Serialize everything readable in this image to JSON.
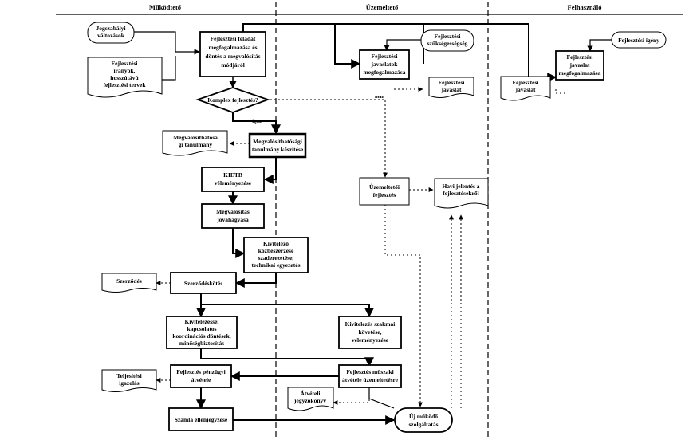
{
  "lanes": [
    "Működtető",
    "Üzemeltető",
    "Felhasználó"
  ],
  "labels": {
    "yes": "igen",
    "no": "nem"
  },
  "nodes": {
    "jogszabalyi": [
      "Jogszabályi",
      "változások"
    ],
    "fejl_iranyok": [
      "Fejlesztési",
      "irányok,",
      "hosszútávú",
      "fejlesztési tervek"
    ],
    "fejl_feladat": [
      "Fejlesztési feladat",
      "megfogalmazása és",
      "döntés a megvalósítás",
      "módjáról"
    ],
    "komplex": "Komplex fejlesztés?",
    "megval_doc": [
      "Megvalósíthatósá",
      "gi tanulmány"
    ],
    "megval_tan": [
      "Megvalósíthatósági",
      "tanulmány készítése"
    ],
    "kietb": [
      "KIETB",
      "véleményezése"
    ],
    "megval_jov": [
      "Megvalósítás",
      "jóváhagyása"
    ],
    "kivitelezo": [
      "Kivitelező",
      "közbeszerzése",
      "szaderezetése,",
      "technikai egyezetés"
    ],
    "szerzodes_doc": "Szerződés",
    "szerzodeskotes": "Szerződéskötés",
    "kivitelezessel": [
      "Kivitelezéssel",
      "kapcsolatos",
      "koordinációs döntések,",
      "minőségbiztosítás"
    ],
    "teljesitesi": [
      "Teljesítési",
      "igazolás"
    ],
    "penzugyi": [
      "Fejlesztés pénzügyi",
      "átvétele"
    ],
    "szamla": "Számla ellenjegyzése",
    "uz_igeny": [
      "Fejlesztési",
      "szükségességség"
    ],
    "uz_javaslat_megf": [
      "Fejlesztési",
      "javaslatok",
      "megfogalmazása"
    ],
    "uz_javaslat_doc": [
      "Fejlesztési",
      "javaslat"
    ],
    "uz_fejlesztes": [
      "Üzemeltetői",
      "fejlesztés"
    ],
    "havi": [
      "Havi jelentés a",
      "fejlesztésekről"
    ],
    "kiv_kovetes": [
      "Kivitelezés szakmai",
      "követése,",
      "véleményezése"
    ],
    "muszaki": [
      "Fejlesztés műszaki",
      "átvétele üzemeltetésre"
    ],
    "atveteli": [
      "Átvételi",
      "jegyzőkönyv"
    ],
    "uj_mukodo": [
      "Új működő",
      "szolgáltatás"
    ],
    "f_igeny": "Fejlesztési igény",
    "f_javaslat_megf": [
      "Fejlesztési",
      "javaslat",
      "megfogalmazása"
    ],
    "f_javaslat_doc": [
      "Fejlesztési",
      "javaslat"
    ]
  }
}
